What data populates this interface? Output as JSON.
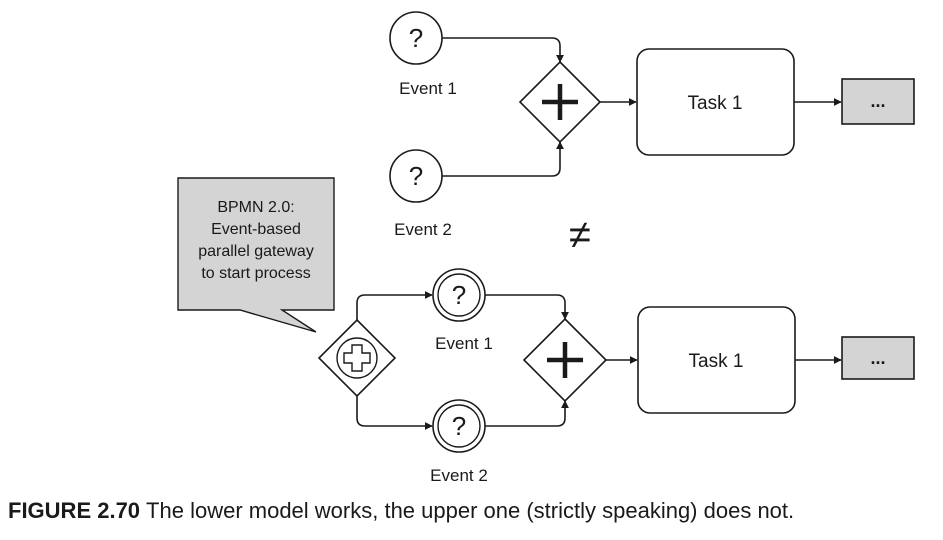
{
  "upper": {
    "event1": {
      "symbol": "?",
      "label": "Event 1"
    },
    "event2": {
      "symbol": "?",
      "label": "Event 2"
    },
    "task": "Task 1",
    "next": "..."
  },
  "not_equal": "≠",
  "callout": {
    "lines": [
      "BPMN 2.0:",
      "Event-based",
      "parallel gateway",
      "to start process"
    ]
  },
  "lower": {
    "event1": {
      "symbol": "?",
      "label": "Event 1"
    },
    "event2": {
      "symbol": "?",
      "label": "Event 2"
    },
    "task": "Task 1",
    "next": "..."
  },
  "caption": {
    "number": "FIGURE 2.70",
    "text": "The lower model works, the upper one (strictly speaking) does not."
  },
  "colors": {
    "stroke": "#1a1a1a",
    "box_fill": "#d4d4d4",
    "background": "#ffffff"
  }
}
